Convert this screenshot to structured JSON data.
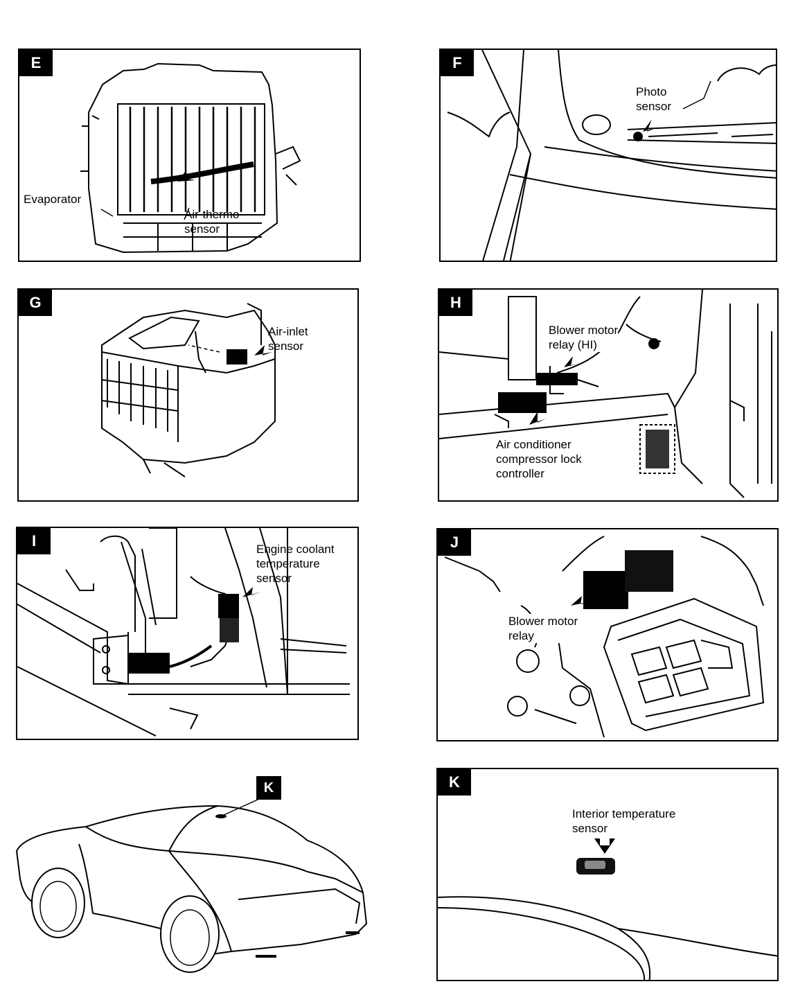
{
  "panels": {
    "E": {
      "badge": "E",
      "labels": {
        "evaporator": "Evaporator",
        "air_thermo": "Air-thermo\nsensor"
      }
    },
    "F": {
      "badge": "F",
      "labels": {
        "photo": "Photo\nsensor"
      }
    },
    "G": {
      "badge": "G",
      "labels": {
        "air_inlet": "Air-inlet\nsensor"
      }
    },
    "H": {
      "badge": "H",
      "labels": {
        "blower_hi": "Blower motor\nrelay (HI)",
        "compressor": "Air conditioner\ncompressor lock\ncontroller"
      }
    },
    "I": {
      "badge": "I",
      "labels": {
        "coolant": "Engine coolant\ntemperature\nsensor"
      }
    },
    "J": {
      "badge": "J",
      "labels": {
        "blower": "Blower motor\nrelay"
      }
    },
    "K": {
      "badge": "K",
      "labels": {
        "interior": "Interior temperature\nsensor"
      }
    }
  },
  "car": {
    "badge": "K"
  }
}
